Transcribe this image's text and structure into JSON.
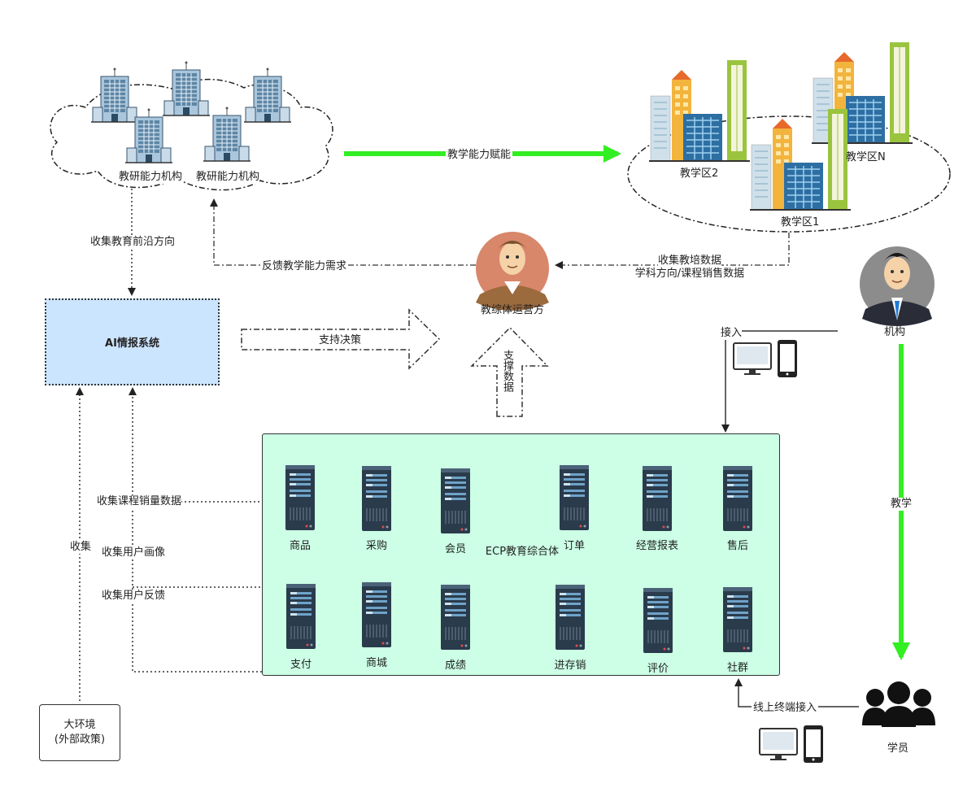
{
  "research": {
    "label1": "教研能力机构",
    "label2": "教研能力机构"
  },
  "districts": {
    "d2": "教学区2",
    "dn": "教学区N",
    "d1": "教学区1"
  },
  "arrows": {
    "empower": "教学能力赋能",
    "collect_frontier": "收集教育前沿方向",
    "feedback": "反馈教学能力需求",
    "collect_training_1": "收集教培数据",
    "collect_training_2": "学科方向/课程销售数据",
    "support_decision": "支持决策",
    "support_data": "支撑数据",
    "access": "接入",
    "teach": "教学",
    "online_access": "线上终端接入",
    "collect_sales": "收集课程销量数据",
    "collect_profile": "收集用户画像",
    "collect_feedback": "收集用户反馈",
    "collect": "收集"
  },
  "operator": {
    "label": "教综体运营方"
  },
  "institution": {
    "label": "机构"
  },
  "student": {
    "label": "学员"
  },
  "ai_system": {
    "label": "AI情报系统"
  },
  "environment": {
    "line1": "大环境",
    "line2": "(外部政策)"
  },
  "ecp": {
    "title": "ECP教育综合体",
    "modules": [
      "商品",
      "采购",
      "会员",
      "订单",
      "经营报表",
      "售后",
      "支付",
      "商城",
      "成绩",
      "进存销",
      "评价",
      "社群"
    ]
  },
  "colors": {
    "green_arrow": "#33ee22",
    "ai_fill": "#cce5ff",
    "ecp_fill": "#ccffe6",
    "server": "#2a3b4c"
  }
}
